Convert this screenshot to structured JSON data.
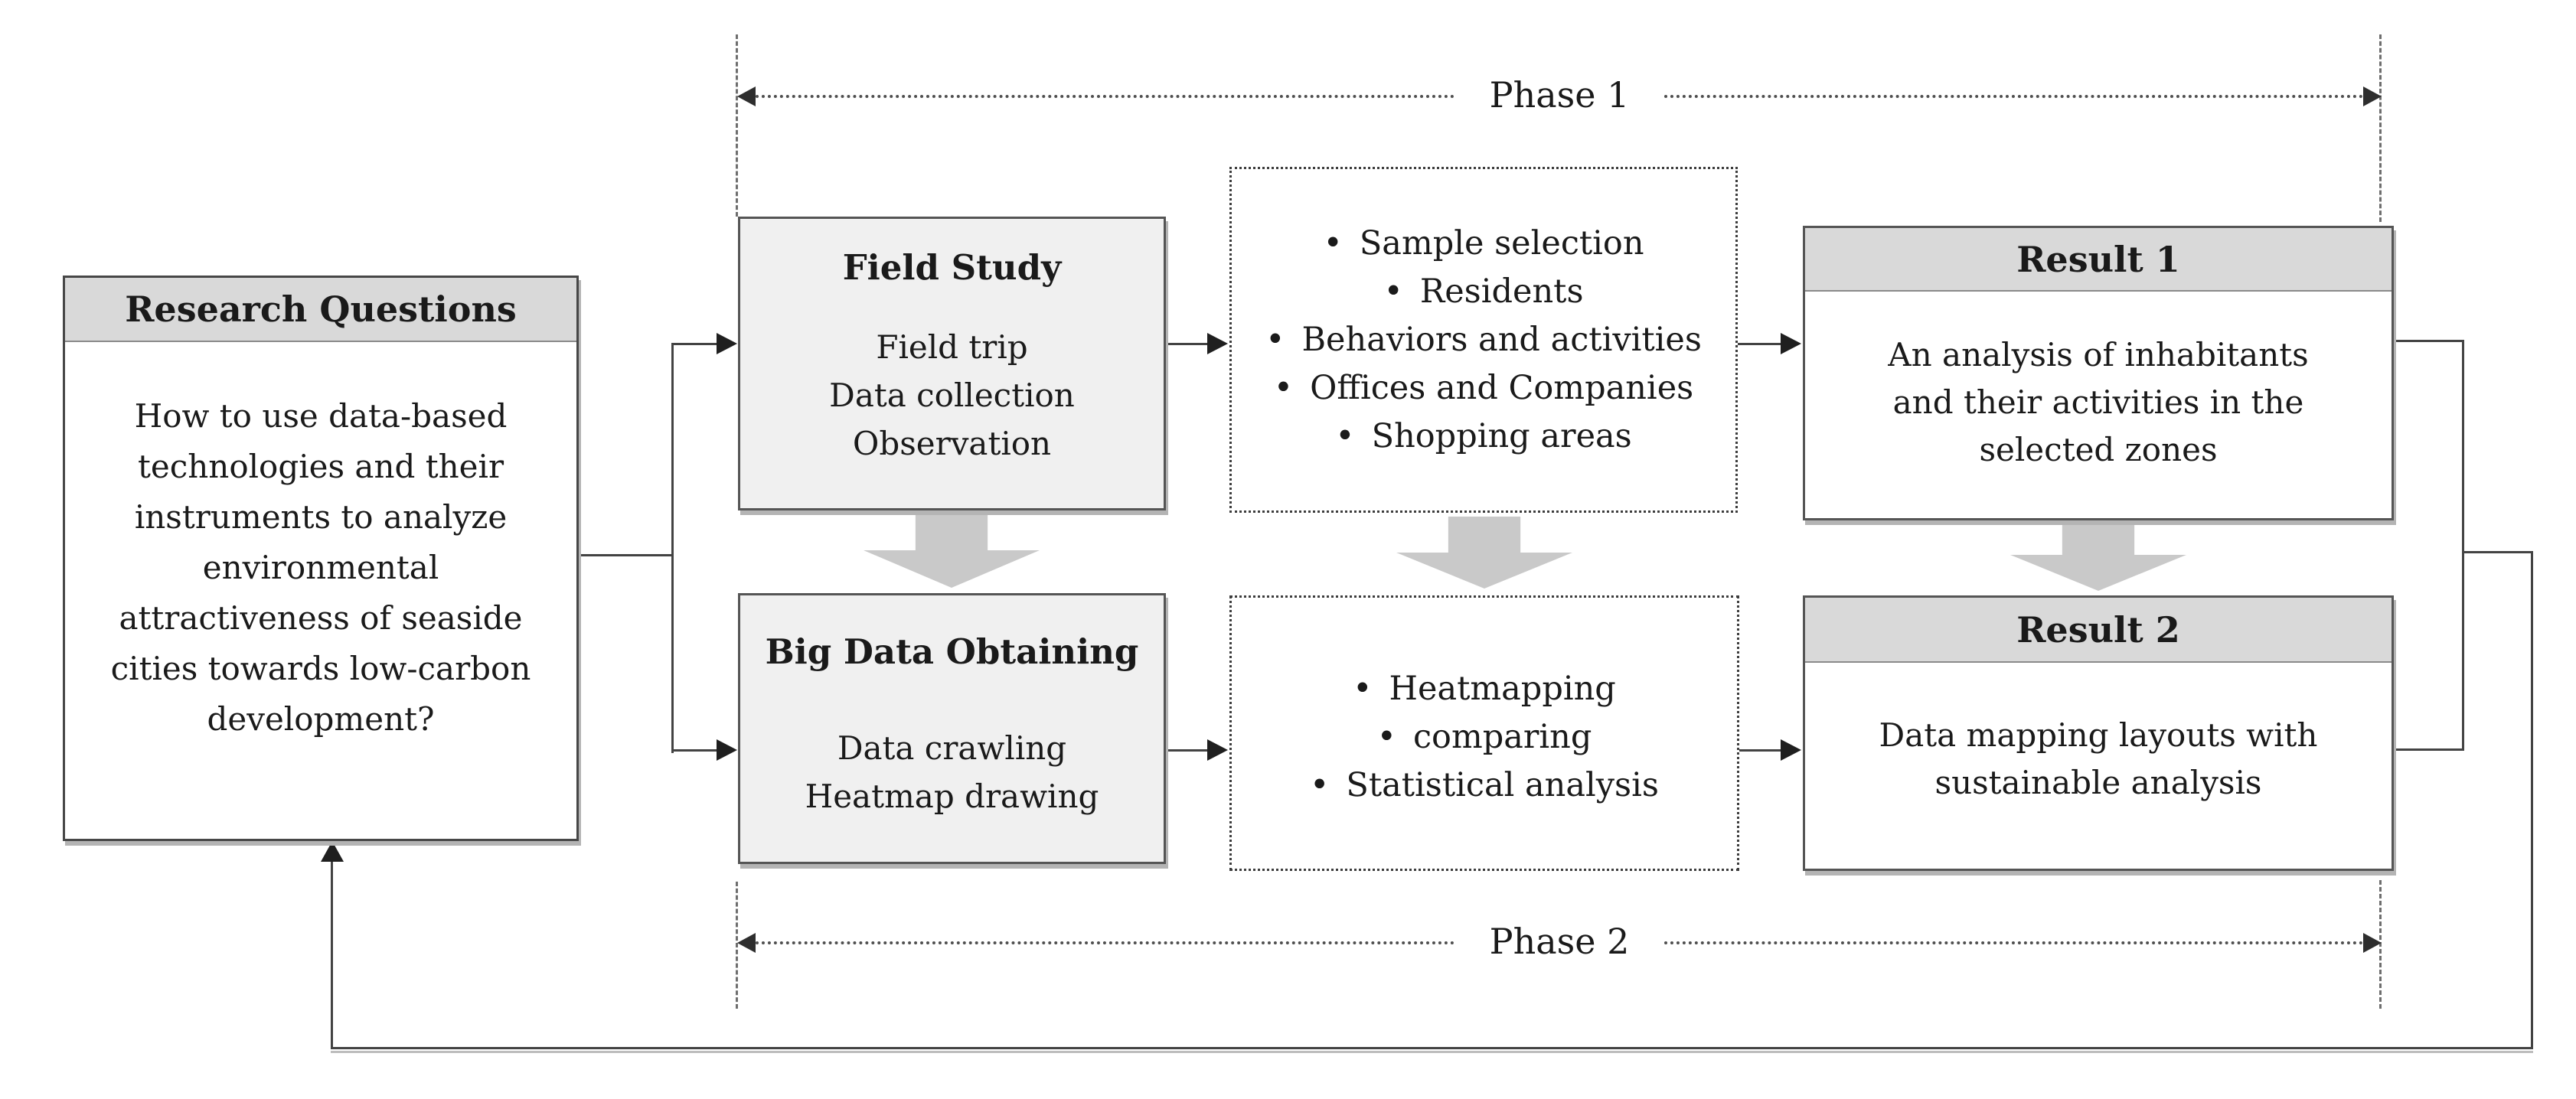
{
  "diagram": {
    "phases": {
      "phase1": "Phase 1",
      "phase2": "Phase 2"
    },
    "research_questions": {
      "title": "Research Questions",
      "body": "How to use data-based technologies and their instruments to analyze environmental attractiveness of seaside cities towards low-carbon development?"
    },
    "field_study": {
      "title": "Field Study",
      "items": [
        "Field trip",
        "Data collection",
        "Observation"
      ]
    },
    "big_data_obtaining": {
      "title": "Big Data Obtaining",
      "items": [
        "Data crawling",
        "Heatmap drawing"
      ]
    },
    "field_study_details": {
      "bullets": [
        "Sample selection",
        "Residents",
        "Behaviors and activities",
        "Offices and Companies",
        "Shopping areas"
      ]
    },
    "big_data_details": {
      "bullets": [
        "Heatmapping",
        "comparing",
        "Statistical analysis"
      ]
    },
    "result1": {
      "title": "Result 1",
      "body": "An analysis of inhabitants and their activities in the selected zones"
    },
    "result2": {
      "title": "Result 2",
      "body": "Data mapping layouts with sustainable analysis"
    },
    "colors": {
      "header_bg": "#d9d9d9",
      "process_fill": "#f0f0f0",
      "chevron": "#c9c9c9",
      "line": "#434343"
    }
  }
}
